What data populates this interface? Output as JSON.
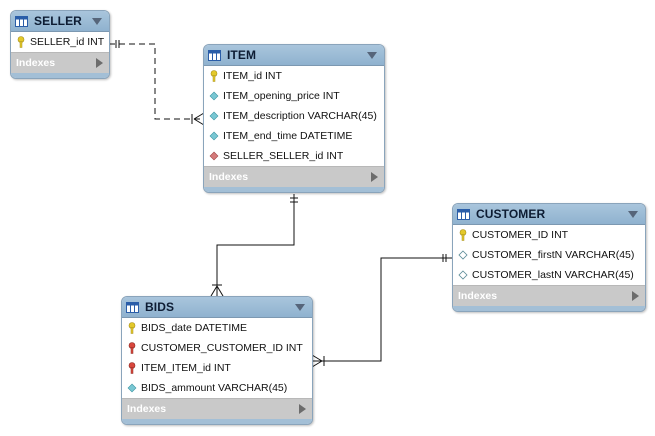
{
  "colors": {
    "header": "#97b8d4",
    "indexes_bar": "#c9c9c9",
    "primary_key": "#e3c82a",
    "foreign_key_pk": "#d9473d",
    "column": "#79c7d3",
    "foreign_key": "#d47a7a",
    "connector": "#111111"
  },
  "tables": {
    "seller": {
      "name": "SELLER",
      "indexes_label": "Indexes",
      "columns": [
        {
          "text": "SELLER_id INT",
          "icon": "primary-key-icon"
        }
      ]
    },
    "item": {
      "name": "ITEM",
      "indexes_label": "Indexes",
      "columns": [
        {
          "text": "ITEM_id INT",
          "icon": "primary-key-icon"
        },
        {
          "text": "ITEM_opening_price INT",
          "icon": "column-icon"
        },
        {
          "text": "ITEM_description VARCHAR(45)",
          "icon": "column-icon"
        },
        {
          "text": "ITEM_end_time DATETIME",
          "icon": "column-icon"
        },
        {
          "text": "SELLER_SELLER_id INT",
          "icon": "foreign-key-icon"
        }
      ]
    },
    "customer": {
      "name": "CUSTOMER",
      "indexes_label": "Indexes",
      "columns": [
        {
          "text": "CUSTOMER_ID INT",
          "icon": "primary-key-icon"
        },
        {
          "text": "CUSTOMER_firstN VARCHAR(45)",
          "icon": "nullable-column-icon"
        },
        {
          "text": "CUSTOMER_lastN VARCHAR(45)",
          "icon": "nullable-column-icon"
        }
      ]
    },
    "bids": {
      "name": "BIDS",
      "indexes_label": "Indexes",
      "columns": [
        {
          "text": "BIDS_date DATETIME",
          "icon": "primary-key-icon"
        },
        {
          "text": "CUSTOMER_CUSTOMER_ID INT",
          "icon": "foreign-primary-key-icon"
        },
        {
          "text": "ITEM_ITEM_id INT",
          "icon": "foreign-primary-key-icon"
        },
        {
          "text": "BIDS_ammount VARCHAR(45)",
          "icon": "column-icon"
        }
      ]
    }
  },
  "relationships": [
    {
      "from": "SELLER",
      "to": "ITEM",
      "style": "dashed",
      "from_end": "one",
      "to_end": "many"
    },
    {
      "from": "ITEM",
      "to": "BIDS",
      "style": "solid",
      "from_end": "one",
      "to_end": "many"
    },
    {
      "from": "CUSTOMER",
      "to": "BIDS",
      "style": "solid",
      "from_end": "one",
      "to_end": "many"
    }
  ]
}
